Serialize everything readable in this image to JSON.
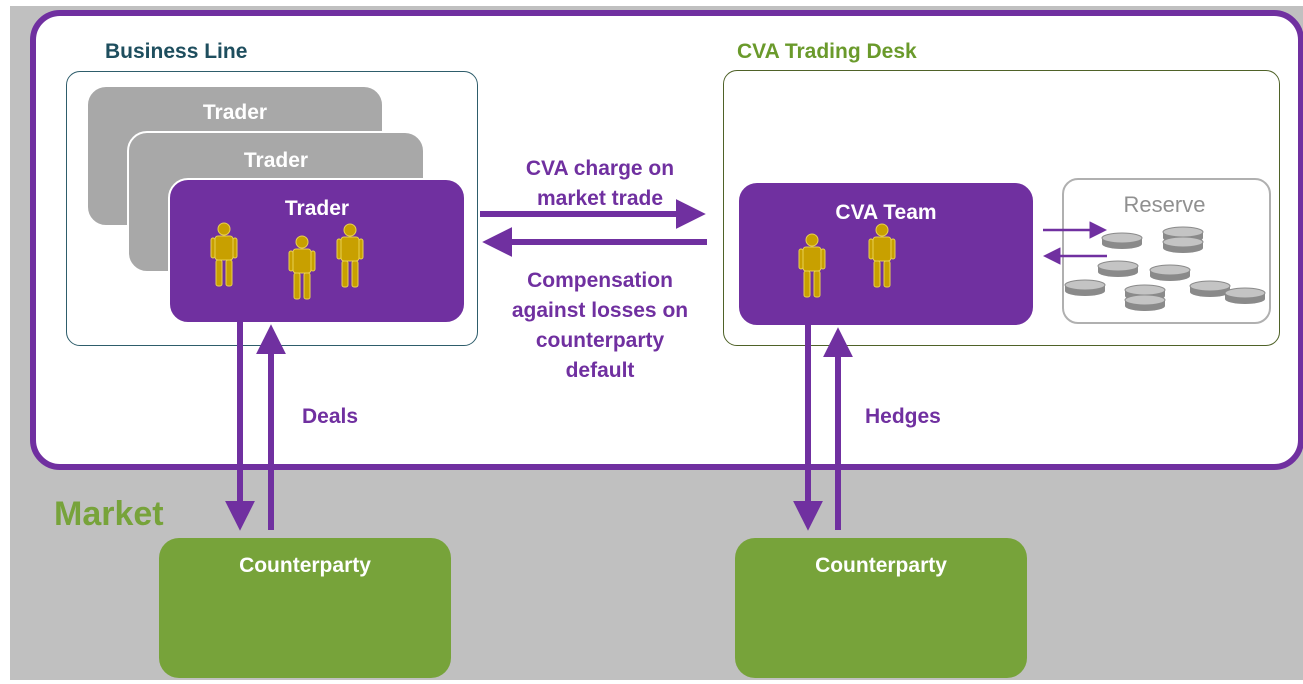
{
  "business_line": {
    "title": "Business Line",
    "traders": [
      "Trader",
      "Trader",
      "Trader"
    ]
  },
  "cva_desk": {
    "title": "CVA Trading Desk",
    "team_label": "CVA Team",
    "reserve_label": "Reserve"
  },
  "flows": {
    "cva_charge_line1": "CVA charge on",
    "cva_charge_line2": "market trade",
    "compensation_line1": "Compensation",
    "compensation_line2": "against losses on",
    "compensation_line3": "counterparty",
    "compensation_line4": "default",
    "deals": "Deals",
    "hedges": "Hedges"
  },
  "market": {
    "title": "Market",
    "left_counterparty": "Counterparty",
    "right_counterparty": "Counterparty"
  },
  "colors": {
    "purple": "#7030a0",
    "green": "#77a33a",
    "gold": "#c8a000",
    "gray": "#a8a8a8"
  },
  "icons": [
    "person-icon",
    "coin-stack-icon",
    "arrow-icon"
  ]
}
